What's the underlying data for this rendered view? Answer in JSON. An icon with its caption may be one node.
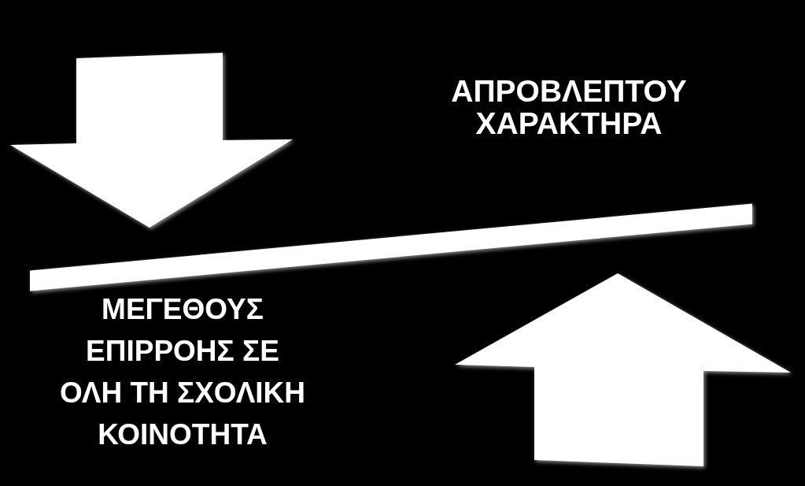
{
  "diagram": {
    "nodes": [
      {
        "text": [],
        "shape": "bar"
      }
    ],
    "labels": [
      "ΑΠΡΟΒΛΕΠΤΟΥ ΧΑΡΑΚΤΗΡΑ",
      "ΜΕΓΕΘΟΥΣ ΕΠΙΡΡΟΗΣ ΣΕ ΟΛΗ ΤΗ ΣΧΟΛΙΚΗ ΚΟΙΝΟΤΗΤΑ"
    ]
  }
}
